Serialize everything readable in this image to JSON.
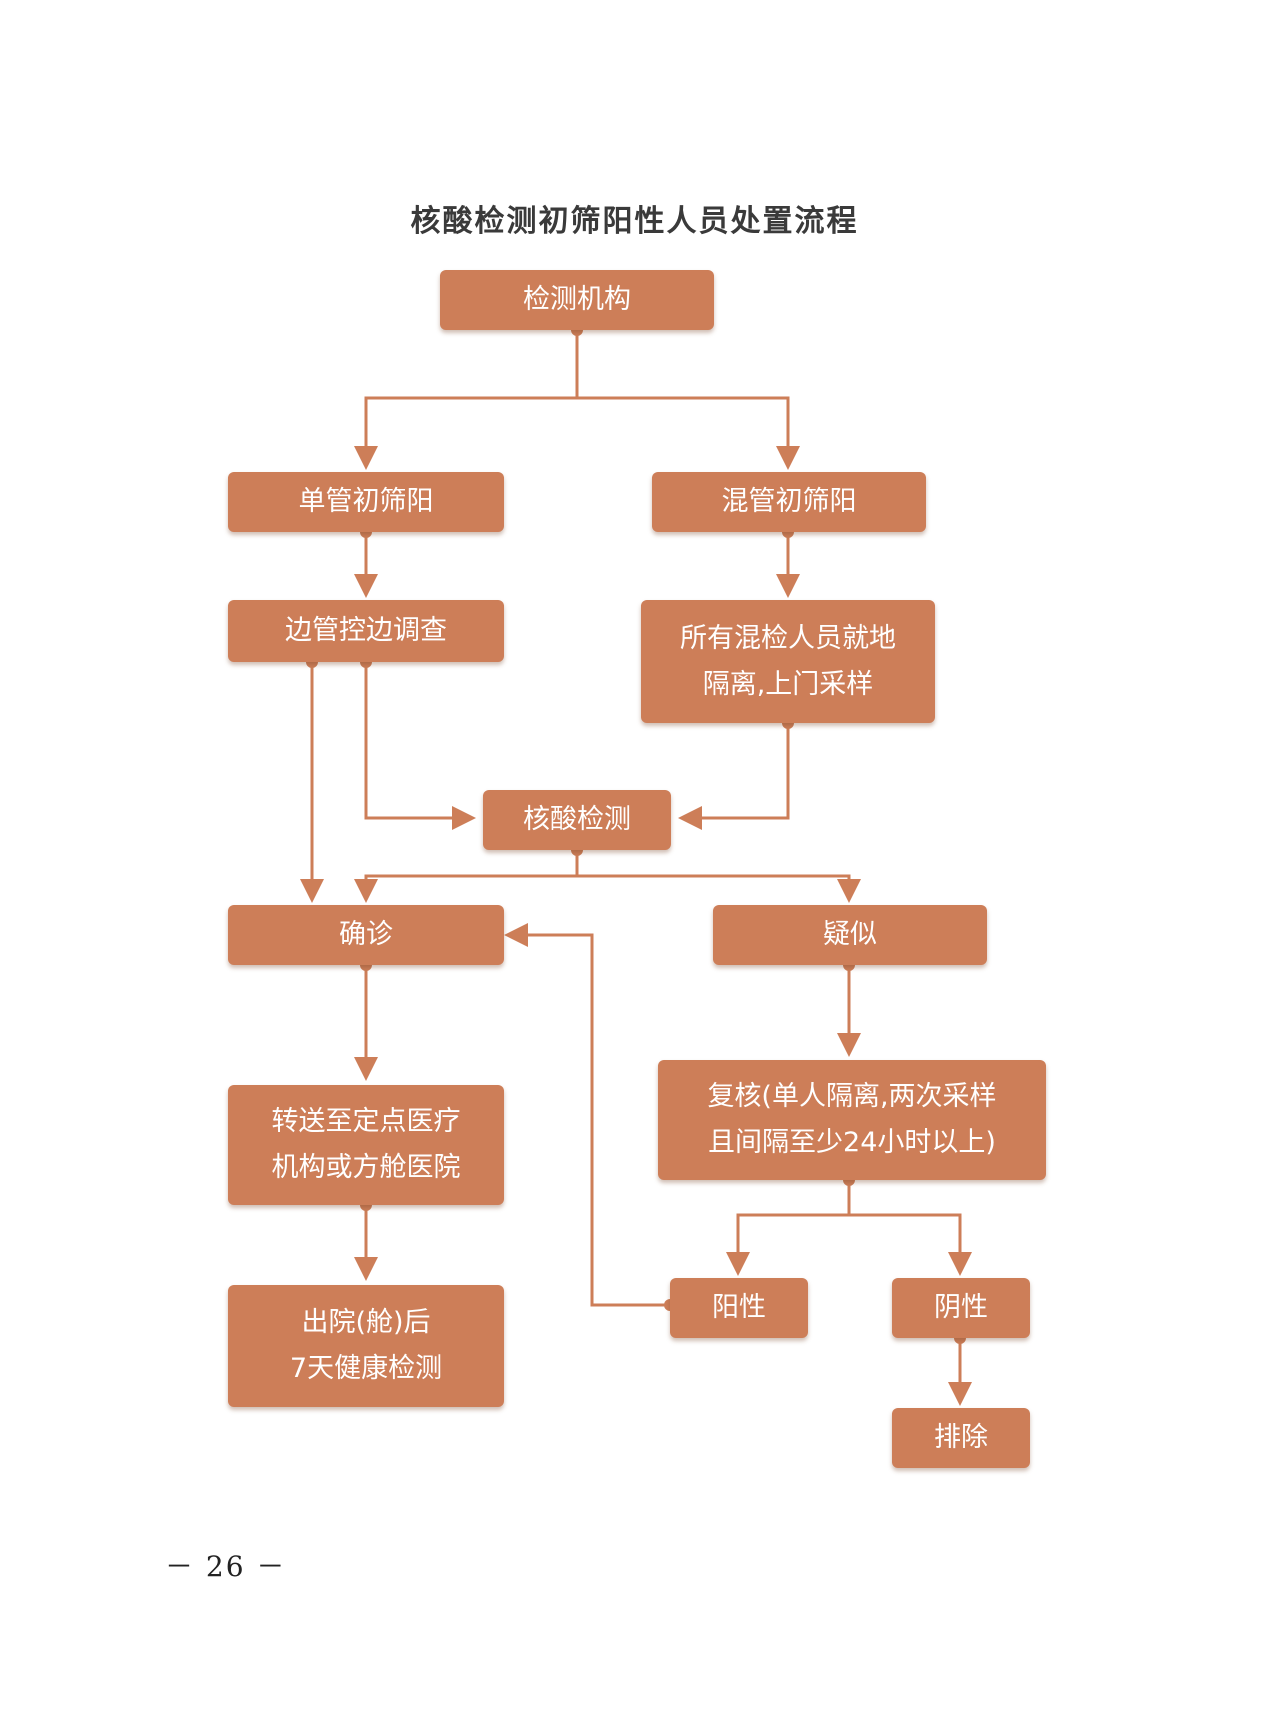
{
  "title": "核酸检测初筛阳性人员处置流程",
  "nodes": {
    "testing_agency": "检测机构",
    "single_tube": "单管初筛阳",
    "mixed_tube": "混管初筛阳",
    "control_investigate": "边管控边调查",
    "isolate_sample": "所有混检人员就地\n隔离,上门采样",
    "nucleic_test": "核酸检测",
    "confirmed": "确诊",
    "suspected": "疑似",
    "transfer": "转送至定点医疗\n机构或方舱医院",
    "recheck": "复核(单人隔离,两次采样\n且间隔至少24小时以上)",
    "discharge": "出院(舱)后\n7天健康检测",
    "positive": "阳性",
    "negative": "阴性",
    "exclude": "排除"
  },
  "colors": {
    "box": "#cd7e58",
    "line": "#cd7e58",
    "title": "#3a3a3a"
  },
  "page_number": "－ 26 －"
}
